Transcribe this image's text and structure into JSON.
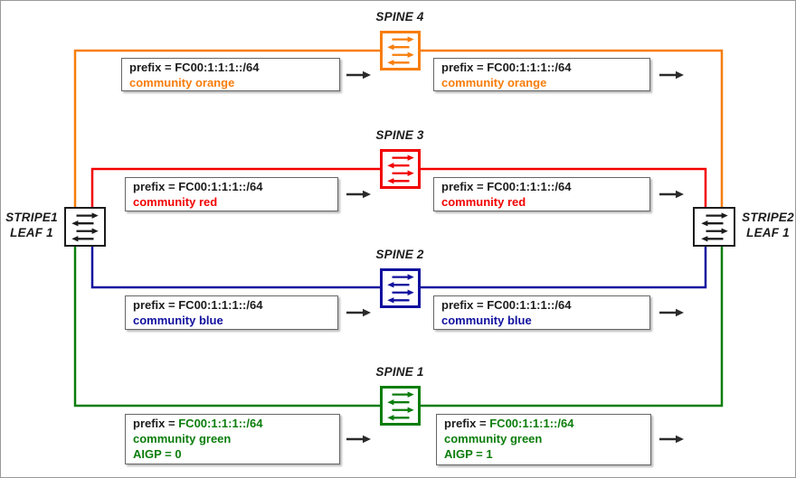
{
  "colors": {
    "orange": "#F87D0C",
    "red": "#F20000",
    "blue": "#10109F",
    "green": "#0B7D0B",
    "arrow_black": "#2B2B2B"
  },
  "leaves": {
    "left": {
      "line1": "STRIPE1",
      "line2": "LEAF 1"
    },
    "right": {
      "line1": "STRIPE2",
      "line2": "LEAF 1"
    }
  },
  "rows": [
    {
      "spine_label": "SPINE 4",
      "color_name": "orange",
      "left_box": {
        "prefix_label": "prefix =",
        "prefix_value": "FC00:1:1:1::/64",
        "community": "community orange"
      },
      "right_box": {
        "prefix_label": "prefix =",
        "prefix_value": "FC00:1:1:1::/64",
        "community": "community orange"
      }
    },
    {
      "spine_label": "SPINE 3",
      "color_name": "red",
      "left_box": {
        "prefix_label": "prefix =",
        "prefix_value": "FC00:1:1:1::/64",
        "community": "community red"
      },
      "right_box": {
        "prefix_label": "prefix =",
        "prefix_value": "FC00:1:1:1::/64",
        "community": "community red"
      }
    },
    {
      "spine_label": "SPINE 2",
      "color_name": "blue",
      "left_box": {
        "prefix_label": "prefix =",
        "prefix_value": "FC00:1:1:1::/64",
        "community": "community blue"
      },
      "right_box": {
        "prefix_label": "prefix =",
        "prefix_value": "FC00:1:1:1::/64",
        "community": "community blue"
      }
    },
    {
      "spine_label": "SPINE 1",
      "color_name": "green",
      "left_box": {
        "prefix_label": "prefix =",
        "prefix_value": "FC00:1:1:1::/64",
        "community": "community green",
        "aigp": "AIGP = 0"
      },
      "right_box": {
        "prefix_label": "prefix =",
        "prefix_value": "FC00:1:1:1::/64",
        "community": "community green",
        "aigp": "AIGP = 1"
      }
    }
  ]
}
